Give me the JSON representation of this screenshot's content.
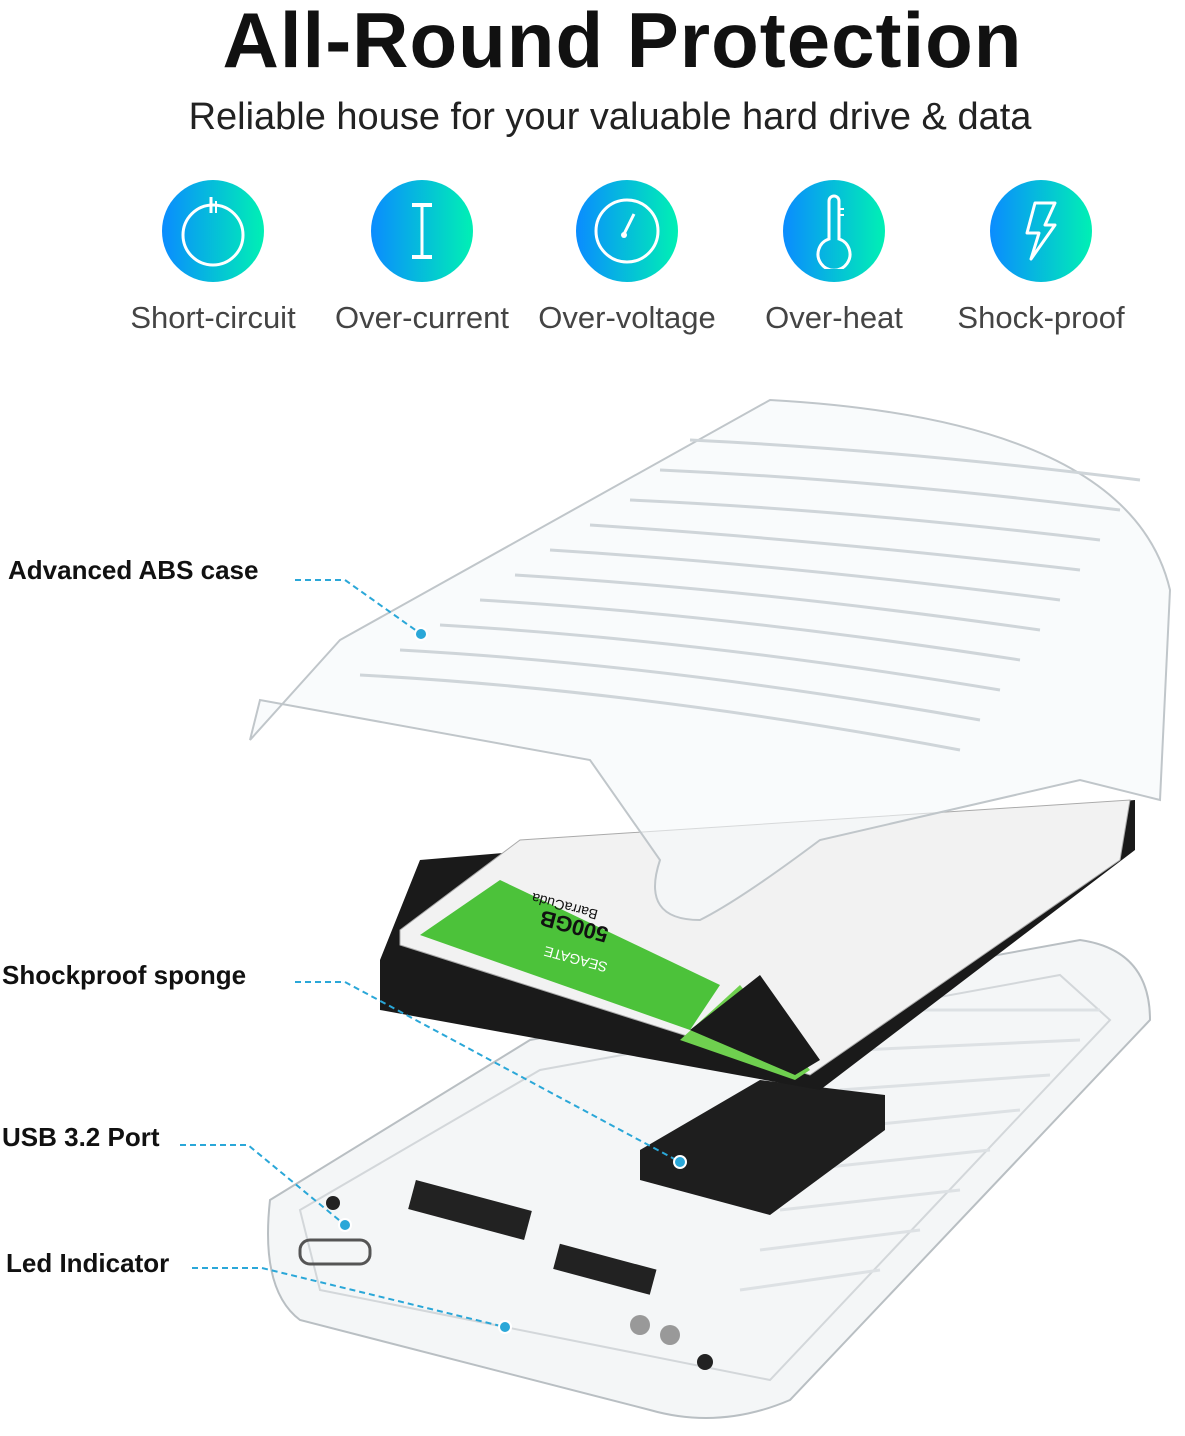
{
  "header": {
    "title": "All-Round Protection",
    "subtitle": "Reliable house for your valuable hard drive & data"
  },
  "features": [
    {
      "label": "Short-circuit",
      "icon": "power-icon"
    },
    {
      "label": "Over-current",
      "icon": "current-icon"
    },
    {
      "label": "Over-voltage",
      "icon": "gauge-icon"
    },
    {
      "label": "Over-heat",
      "icon": "thermometer-icon"
    },
    {
      "label": "Shock-proof",
      "icon": "lightning-icon"
    }
  ],
  "callouts": [
    {
      "label": "Advanced ABS case"
    },
    {
      "label": "Shockproof sponge"
    },
    {
      "label": "USB 3.2 Port"
    },
    {
      "label": "Led Indicator"
    }
  ],
  "drive": {
    "brand": "SEAGATE",
    "capacity": "500GB",
    "model": "BarraCuda"
  },
  "colors": {
    "gradient_start": "#0a8cff",
    "gradient_end": "#00f0b4",
    "leader": "#2aa7d8",
    "label_green": "#4cc23a"
  }
}
